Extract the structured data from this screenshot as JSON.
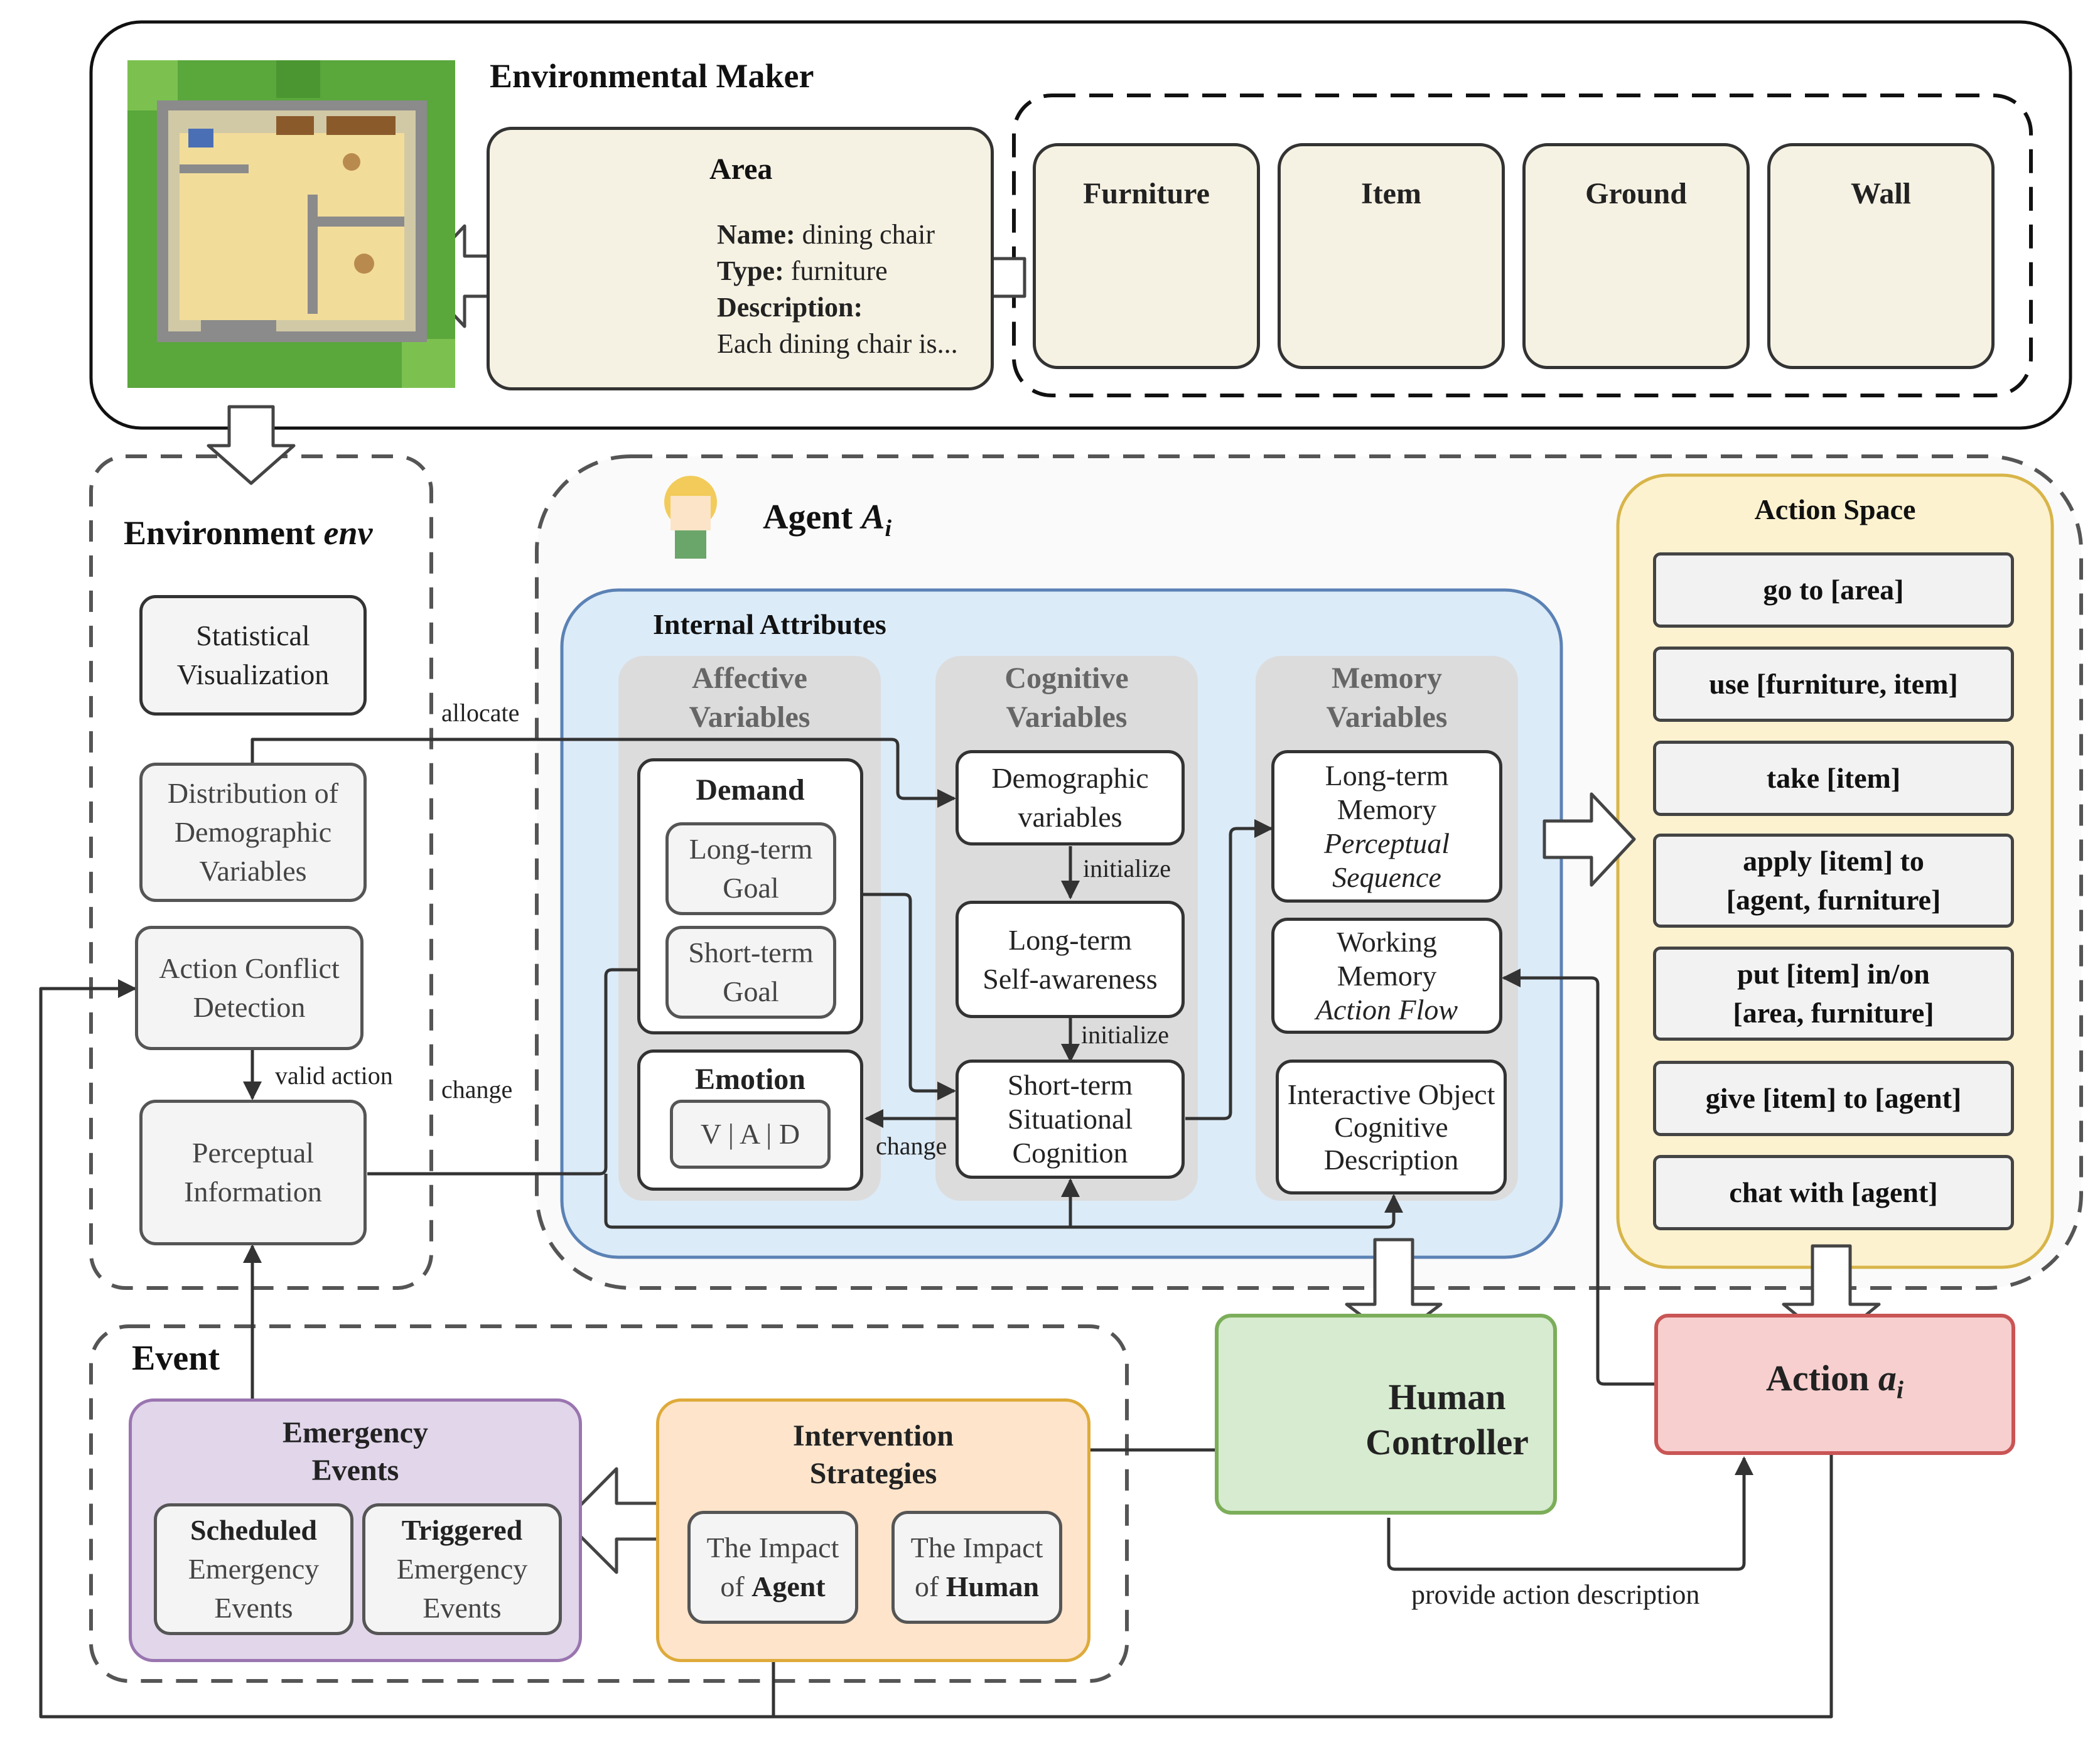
{
  "env_maker": {
    "title": "Environmental Maker",
    "area": {
      "title": "Area",
      "name_key": "Name:",
      "name_val": " dining chair",
      "type_key": "Type:",
      "type_val": " furniture",
      "desc_key": "Description:",
      "desc_val": "Each dining chair is..."
    },
    "categories": [
      "Furniture",
      "Item",
      "Ground",
      "Wall"
    ]
  },
  "environment": {
    "title_prefix": "Environment ",
    "title_var": "env",
    "boxes": {
      "stat_vis": [
        "Statistical",
        "Visualization"
      ],
      "distribution": [
        "Distribution of",
        "Demographic",
        "Variables"
      ],
      "conflict": [
        "Action Conflict",
        "Detection"
      ],
      "perceptual": [
        "Perceptual",
        "Information"
      ]
    },
    "valid_action": "valid action"
  },
  "agent": {
    "title_prefix": "Agent ",
    "title_var": "A",
    "title_sub": "i",
    "internal_title": "Internal Attributes",
    "affective": {
      "title": [
        "Affective",
        "Variables"
      ],
      "demand": "Demand",
      "long_goal": [
        "Long-term",
        "Goal"
      ],
      "short_goal": [
        "Short-term",
        "Goal"
      ],
      "emotion": "Emotion",
      "vad": "V | A | D"
    },
    "cognitive": {
      "title": [
        "Cognitive",
        "Variables"
      ],
      "demographic": [
        "Demographic",
        "variables"
      ],
      "self_awareness": [
        "Long-term",
        "Self-awareness"
      ],
      "situational": [
        "Short-term",
        "Situational",
        "Cognition"
      ]
    },
    "memory": {
      "title": [
        "Memory",
        "Variables"
      ],
      "long_term": [
        "Long-term",
        "Memory"
      ],
      "long_term_sub": [
        "Perceptual",
        "Sequence"
      ],
      "working": [
        "Working",
        "Memory"
      ],
      "working_sub": "Action Flow",
      "interactive": [
        "Interactive Object",
        "Cognitive",
        "Description"
      ]
    }
  },
  "labels": {
    "allocate": "allocate",
    "change_left": "change",
    "change_mid": "change",
    "initialize_1": "initialize",
    "initialize_2": "initialize",
    "provide": "provide action description"
  },
  "action_space": {
    "title": "Action Space",
    "items": [
      [
        "go to [area]"
      ],
      [
        "use [furniture, item]"
      ],
      [
        "take [item]"
      ],
      [
        "apply [item] to",
        "[agent, furniture]"
      ],
      [
        "put [item] in/on",
        "[area, furniture]"
      ],
      [
        "give [item] to [agent]"
      ],
      [
        "chat with [agent]"
      ]
    ]
  },
  "action": {
    "prefix": "Action ",
    "var": "a",
    "sub": "i"
  },
  "human": {
    "line1": "Human",
    "line2": "Controller"
  },
  "event": {
    "title": "Event",
    "emergency": {
      "title": [
        "Emergency",
        "Events"
      ],
      "scheduled_bold": "Scheduled",
      "scheduled_rest": [
        "Emergency",
        "Events"
      ],
      "triggered_bold": "Triggered",
      "triggered_rest": [
        "Emergency",
        "Events"
      ]
    },
    "intervention": {
      "title": [
        "Intervention",
        "Strategies"
      ],
      "agent_line1": "The Impact",
      "agent_pre": "of ",
      "agent_bold": "Agent",
      "human_line1": "The Impact",
      "human_pre": "of ",
      "human_bold": "Human"
    }
  },
  "colors": {
    "agent_fill": "#dcebf8",
    "agent_border": "#5b82b5",
    "action_space_fill": "#fdf2cf",
    "action_space_border": "#d8b549",
    "human_fill": "#d6ebcf",
    "human_border": "#7cae5a",
    "action_fill": "#f7cfcf",
    "action_border": "#c95555",
    "emergency_fill": "#e1d6ea",
    "emergency_border": "#9a75b0",
    "intervention_fill": "#fde4cb",
    "intervention_border": "#deaa3a",
    "area_fill": "#f6f2e3"
  }
}
